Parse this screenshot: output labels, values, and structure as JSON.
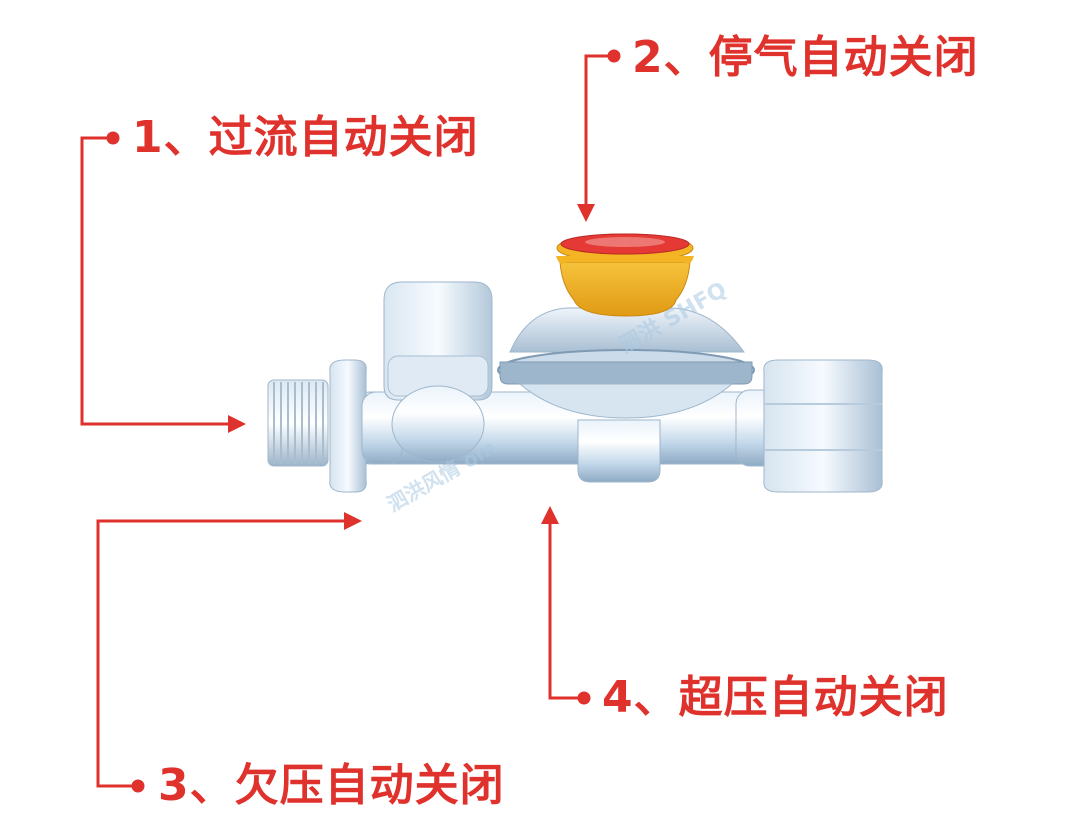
{
  "annotations": [
    {
      "id": "1",
      "text": "1、过流自动关闭"
    },
    {
      "id": "2",
      "text": "2、停气自动关闭"
    },
    {
      "id": "3",
      "text": "3、欠压自动关闭"
    },
    {
      "id": "4",
      "text": "4、超压自动关闭"
    }
  ],
  "watermark": {
    "line1": "泗洪",
    "line2": "SHFQ",
    "line3": "泗洪风情",
    "line4": "om"
  },
  "colors": {
    "annotation": "#e0322d",
    "valve_body": "#c9dff0",
    "button_top": "#e53935",
    "button_cap": "#f2b21f"
  }
}
